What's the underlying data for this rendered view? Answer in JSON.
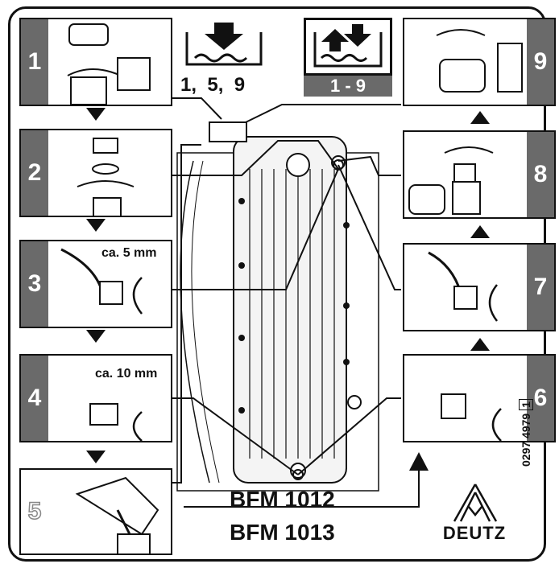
{
  "steps": [
    {
      "number": "1",
      "side": "left"
    },
    {
      "number": "2",
      "side": "left"
    },
    {
      "number": "3",
      "side": "left",
      "caption": "ca. 5 mm"
    },
    {
      "number": "4",
      "side": "left",
      "caption": "ca. 10 mm"
    },
    {
      "number": "5",
      "side": "left"
    },
    {
      "number": "6",
      "side": "right"
    },
    {
      "number": "7",
      "side": "right"
    },
    {
      "number": "8",
      "side": "right"
    },
    {
      "number": "9",
      "side": "right"
    }
  ],
  "fill_steps_label": "1,  5,  9",
  "level_steps_label": "1 - 9",
  "models": [
    "BFM 1012",
    "BFM 1013"
  ],
  "part_number": "0297 4979",
  "part_revision": "1",
  "brand": "DEUTZ",
  "colors": {
    "panel": "#6a6a6a",
    "line": "#111111"
  },
  "icons": [
    "oil-fill-icon",
    "oil-level-check-icon",
    "deutz-logo-icon",
    "rotate-arrow-icon"
  ]
}
